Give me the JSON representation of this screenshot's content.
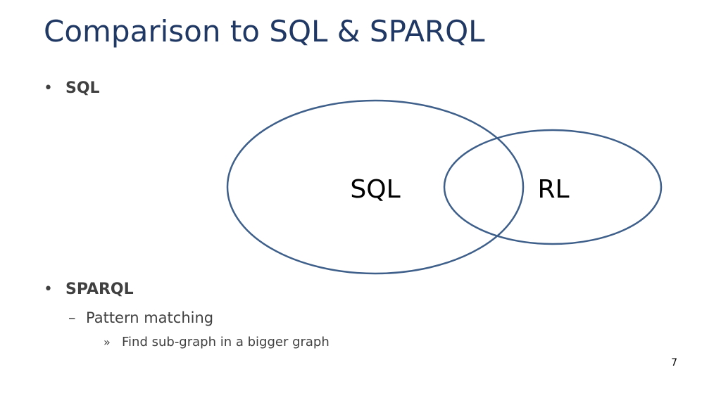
{
  "slide": {
    "title": "Comparison to SQL & SPARQL",
    "page_number": "7"
  },
  "bullets": [
    {
      "marker": "•",
      "text": "SQL",
      "level": 1
    },
    {
      "marker": "•",
      "text": "SPARQL",
      "level": 1
    },
    {
      "marker": "–",
      "text": "Pattern matching",
      "level": 2
    },
    {
      "marker": "»",
      "text": "Find sub-graph in a bigger graph",
      "level": 3
    }
  ],
  "venn": {
    "left_label": "SQL",
    "right_label": "RL",
    "stroke_color": "#3e5f8a"
  },
  "colors": {
    "title": "#1f3864",
    "body_text": "#404040"
  }
}
